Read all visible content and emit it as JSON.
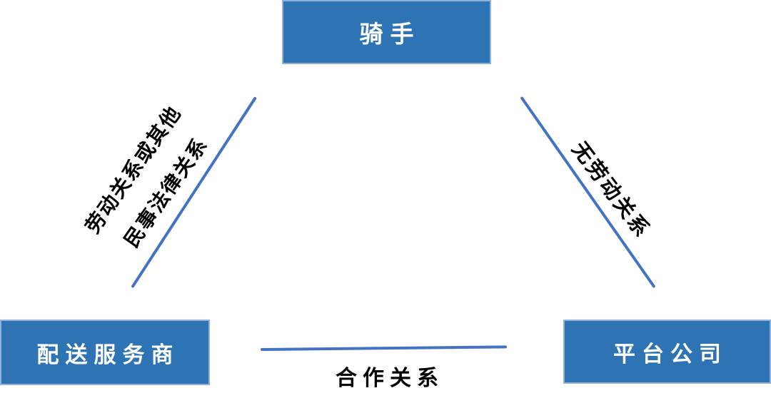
{
  "diagram": {
    "nodes": {
      "rider": {
        "label": "骑手"
      },
      "delivery_provider": {
        "label": "配送服务商"
      },
      "platform_company": {
        "label": "平台公司"
      }
    },
    "edges": {
      "rider_provider": {
        "label_line1": "劳动关系或其他",
        "label_line2": "民事法律关系"
      },
      "rider_platform": {
        "label": "无劳动关系"
      },
      "provider_platform": {
        "label": "合作关系"
      }
    },
    "colors": {
      "background": "#FFFFFF",
      "node_fill": "#2E74B5",
      "node_border": "#8FB2DC",
      "node_text": "#FFFFFF",
      "edge_line": "#4472C4",
      "edge_label_text": "#000000"
    }
  }
}
